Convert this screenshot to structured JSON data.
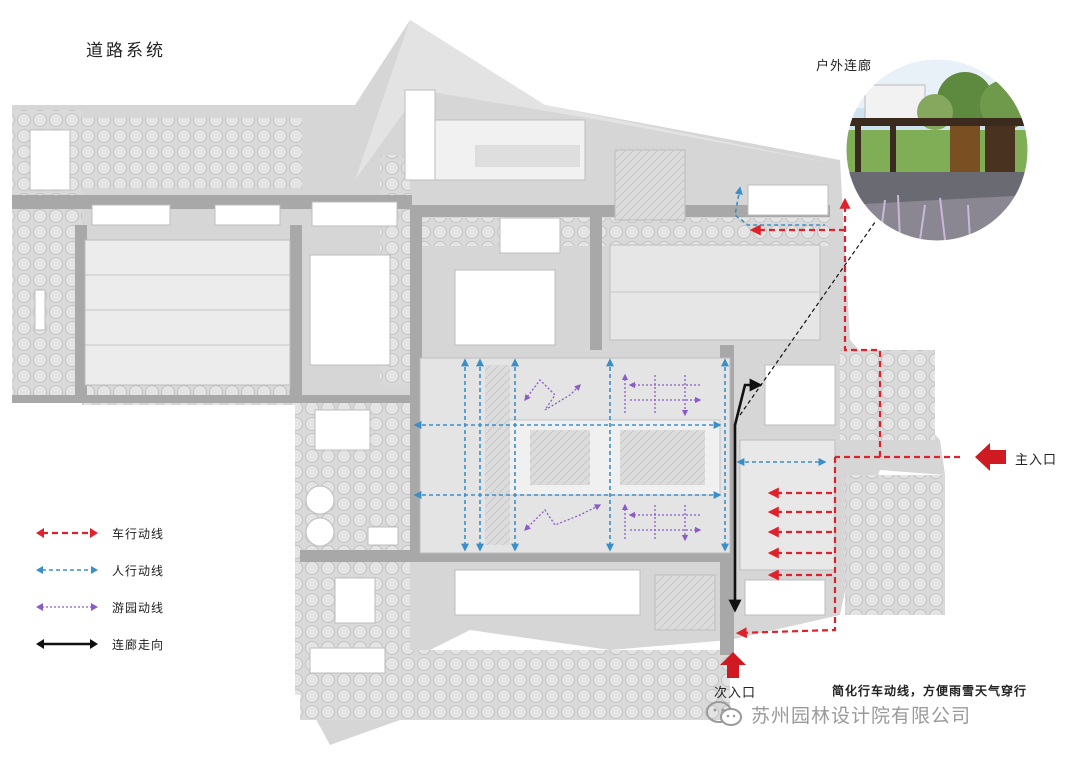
{
  "title": "道路系统",
  "legend": [
    {
      "label": "车行动线",
      "color": "#e0202a"
    },
    {
      "label": "人行动线",
      "color": "#3a8fc8"
    },
    {
      "label": "游园动线",
      "color": "#8a5cc8"
    },
    {
      "label": "连廊走向",
      "color": "#111111"
    }
  ],
  "labels": {
    "outdoor_corridor": "户外连廊",
    "main_entrance": "主入口",
    "secondary_entrance": "次入口",
    "note": "简化行车动线，方便雨雪天气穿行"
  },
  "watermark": "苏州园林设计院有限公司"
}
